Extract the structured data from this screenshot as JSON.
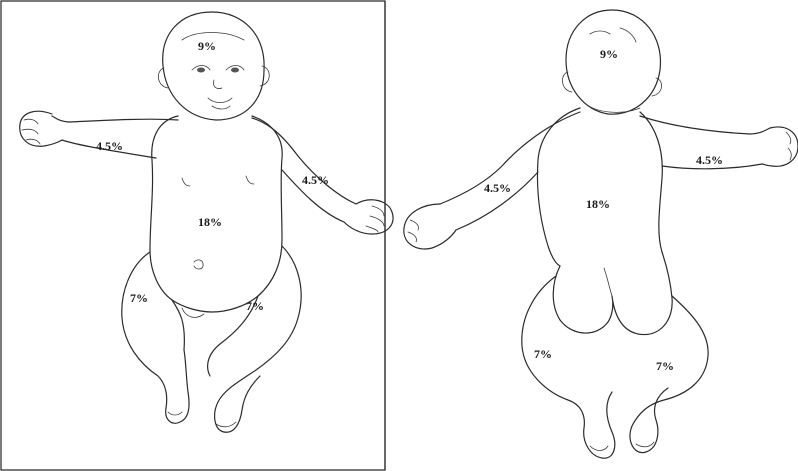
{
  "front_view": {
    "labels": {
      "head": "9%",
      "right_arm": "4.5%",
      "left_arm": "4.5%",
      "trunk": "18%",
      "right_leg": "7%",
      "left_leg": "7%"
    }
  },
  "back_view": {
    "labels": {
      "head": "9%",
      "left_arm": "4.5%",
      "right_arm": "4.5%",
      "trunk": "18%",
      "left_leg": "7%",
      "right_leg": "7%"
    }
  }
}
